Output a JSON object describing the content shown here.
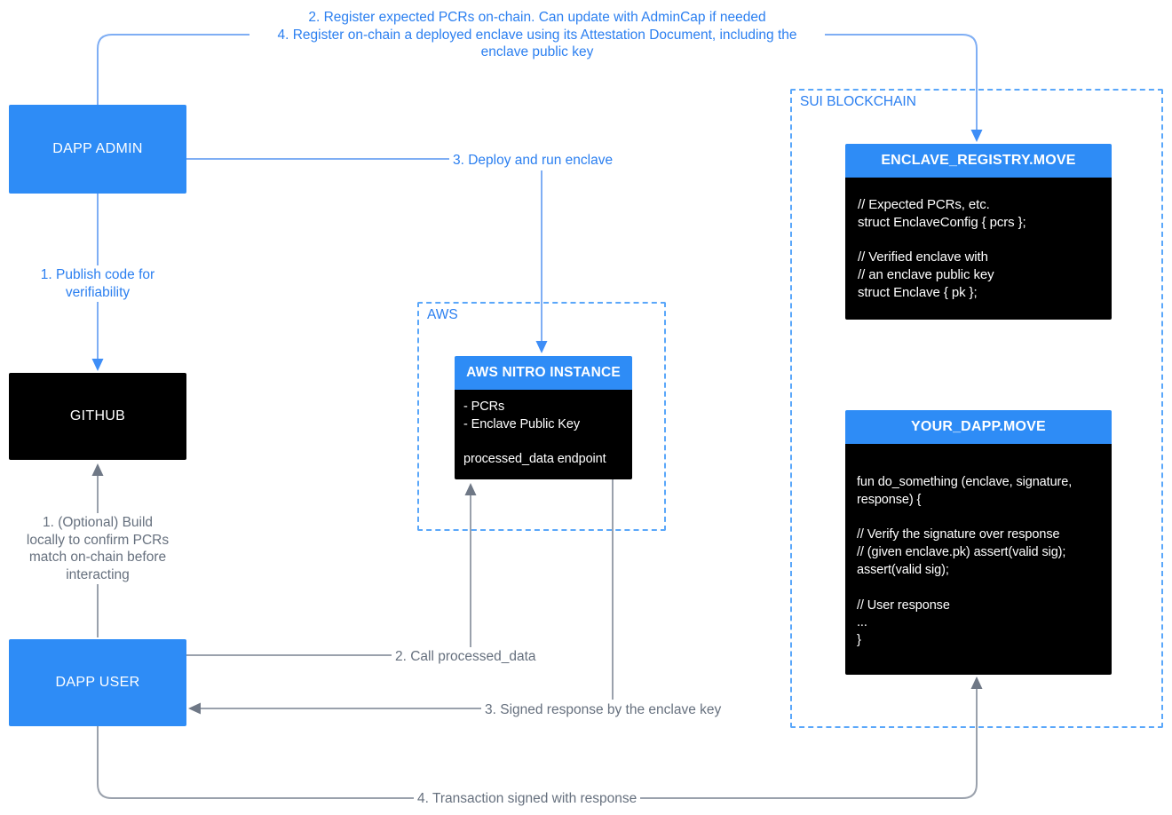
{
  "nodes": {
    "dapp_admin": {
      "label": "DAPP ADMIN"
    },
    "github": {
      "label": "GITHUB"
    },
    "dapp_user": {
      "label": "DAPP USER"
    },
    "aws": {
      "container_label": "AWS",
      "nitro": {
        "title": "AWS NITRO INSTANCE",
        "body": "- PCRs\n- Enclave Public Key\n\nprocessed_data endpoint"
      }
    },
    "sui": {
      "container_label": "SUI BLOCKCHAIN",
      "enclave_registry": {
        "title": "ENCLAVE_REGISTRY.MOVE",
        "body": "// Expected PCRs, etc.\nstruct EnclaveConfig { pcrs };\n\n// Verified enclave with\n// an enclave public key\nstruct Enclave { pk };"
      },
      "your_dapp": {
        "title": "YOUR_DAPP.MOVE",
        "body": "fun do_something (enclave, signature,\nresponse) {\n\n// Verify the signature over response\n// (given enclave.pk) assert(valid sig);\nassert(valid sig);\n\n// User response\n...\n}"
      }
    }
  },
  "edges": {
    "register_pcrs": "2. Register expected PCRs on-chain. Can update with AdminCap if needed\n4. Register on-chain a deployed enclave using its Attestation Document, including the\nenclave public key",
    "publish_code": "1. Publish code for\nverifiability",
    "deploy_enclave": "3. Deploy and run enclave",
    "optional_build": "1. (Optional) Build\nlocally to confirm PCRs\nmatch on-chain before\ninteracting",
    "call_processed_data": "2. Call processed_data",
    "signed_response": "3. Signed response by the enclave key",
    "transaction_signed": "4. Transaction signed with response"
  },
  "colors": {
    "node_blue": "#2e8cf6",
    "dashed_border_blue": "#5aa7fa",
    "line_blue": "#7faef4",
    "arrow_blue": "#3e8ef7",
    "label_text_blue": "#2b7ff0",
    "label_text_gray": "#66707e",
    "line_gray": "#9aa1ac",
    "arrow_gray": "#6f7886",
    "node_black": "#000000",
    "background": "#ffffff"
  }
}
